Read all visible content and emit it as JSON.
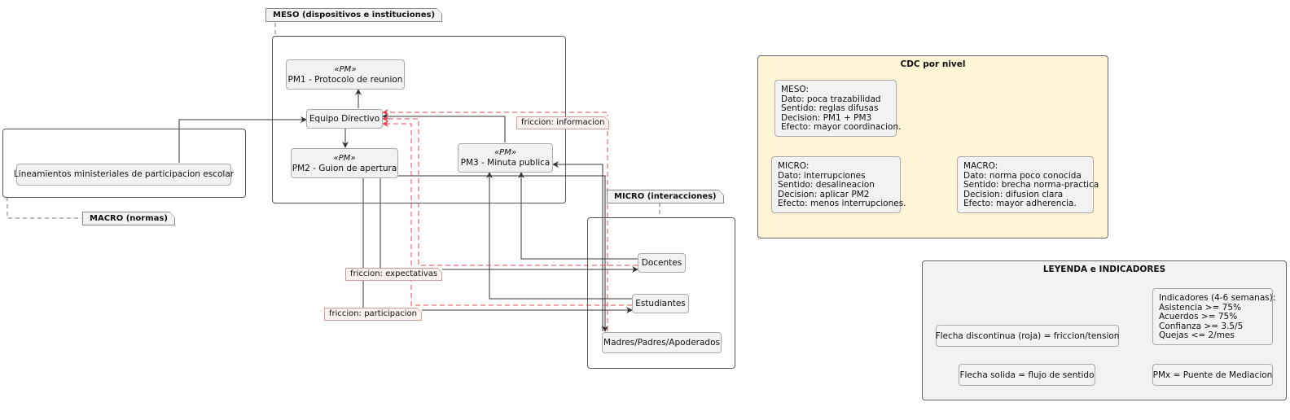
{
  "meso_note": "MESO (dispositivos e instituciones)",
  "macro_note": "MACRO (normas)",
  "micro_note": "MICRO (interacciones)",
  "nodes": {
    "pm1": {
      "stereotype": "«PM»",
      "label": "PM1 - Protocolo de reunion"
    },
    "equipo": {
      "label": "Equipo Directivo"
    },
    "pm2": {
      "stereotype": "«PM»",
      "label": "PM2 - Guion de apertura"
    },
    "pm3": {
      "stereotype": "«PM»",
      "label": "PM3 - Minuta publica"
    },
    "lineamientos": {
      "label": "Lineamientos ministeriales de participacion escolar"
    },
    "docentes": {
      "label": "Docentes"
    },
    "estudiantes": {
      "label": "Estudiantes"
    },
    "madres": {
      "label": "Madres/Padres/Apoderados"
    }
  },
  "friction_notes": {
    "informacion": "friccion: informacion",
    "expectativas": "friccion: expectativas",
    "participacion": "friccion: participacion"
  },
  "cdc": {
    "title": "CDC por nivel",
    "meso": [
      "MESO:",
      "Dato: poca trazabilidad",
      "Sentido: reglas difusas",
      "Decision: PM1 + PM3",
      "Efecto: mayor coordinacion."
    ],
    "micro": [
      "MICRO:",
      "Dato: interrupciones",
      "Sentido: desalineacion",
      "Decision: aplicar PM2",
      "Efecto: menos interrupciones."
    ],
    "macro": [
      "MACRO:",
      "Dato: norma poco conocida",
      "Sentido: brecha norma-practica",
      "Decision: difusion clara",
      "Efecto: mayor adherencia."
    ],
    "bg_color": "#fdf5d6"
  },
  "legend": {
    "title": "LEYENDA e INDICADORES",
    "indicators": [
      "Indicadores (4-6 semanas):",
      "Asistencia >= 75%",
      "Acuerdos >= 75%",
      "Confianza >= 3.5/5",
      "Quejas <= 2/mes"
    ],
    "dashed": "Flecha discontinua (roja) = friccion/tension",
    "solid": "Flecha solida = flujo de sentido",
    "pmx": "PMx = Puente de Mediacion"
  },
  "colors": {
    "friction": "#e8484f",
    "flow": "#333333"
  }
}
